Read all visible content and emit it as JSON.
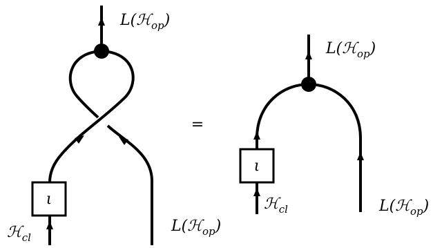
{
  "lhs": {
    "top_label": "L(ℋ_op)",
    "bottom_left_label": "ℋ_cl",
    "bottom_right_label": "L(ℋ_op)",
    "box_label": "ι"
  },
  "equals_sign": "=",
  "rhs": {
    "top_label": "L(ℋ_op)",
    "bottom_left_label": "ℋ_cl",
    "bottom_right_label": "L(ℋ_op)",
    "box_label": "ι"
  }
}
